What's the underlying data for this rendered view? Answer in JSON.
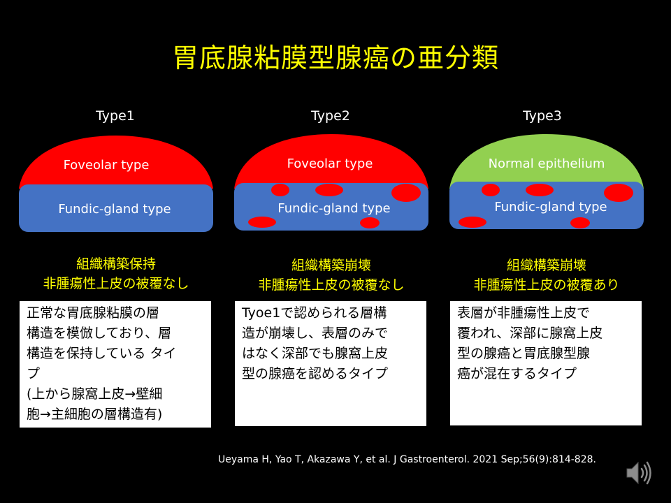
{
  "title": "胃底腺粘膜型腺癌の亜分類",
  "types": [
    {
      "label": "Type1",
      "top_layer_label": "Foveolar type",
      "bottom_layer_label": "Fundic-gland type",
      "subtitle_lines": [
        "組織構築保持",
        "非腫瘍性上皮の被覆なし"
      ],
      "description_lines": [
        "正常な胃底腺粘膜の層",
        "構造を模倣しており、層",
        "構造を保持している タイ",
        "プ",
        "(上から腺窩上皮→壁細",
        "胞→主細胞の層構造有)"
      ]
    },
    {
      "label": "Type2",
      "top_layer_label": "Foveolar type",
      "bottom_layer_label": "Fundic-gland type",
      "subtitle_lines": [
        "組織構築崩壊",
        "非腫瘍性上皮の被覆なし"
      ],
      "description_lines": [
        "Tyoe1で認められる層構",
        "造が崩壊し、表層のみで",
        "はなく深部でも腺窩上皮",
        "型の腺癌を認めるタイプ"
      ]
    },
    {
      "label": "Type3",
      "top_layer_label": "Normal epithelium",
      "bottom_layer_label": "Fundic-gland type",
      "subtitle_lines": [
        "組織構築崩壊",
        "非腫瘍性上皮の被覆あり"
      ],
      "description_lines": [
        "表層が非腫瘍性上皮で",
        "覆われ、深部に腺窩上皮",
        "型の腺癌と胃底腺型腺",
        "癌が混在するタイプ"
      ]
    }
  ],
  "citation": "Ueyama H, Yao T, Akazawa Y, et al.  J Gastroenterol. 2021 Sep;56(9):814-828.",
  "colors": {
    "background": "#000000",
    "title": "#ffff00",
    "foveolar": "#ff0000",
    "normal_epithelium": "#92d050",
    "fundic_gland": "#4472c4",
    "subtitle": "#ffff00"
  },
  "icons": {
    "speaker": "speaker-icon"
  }
}
